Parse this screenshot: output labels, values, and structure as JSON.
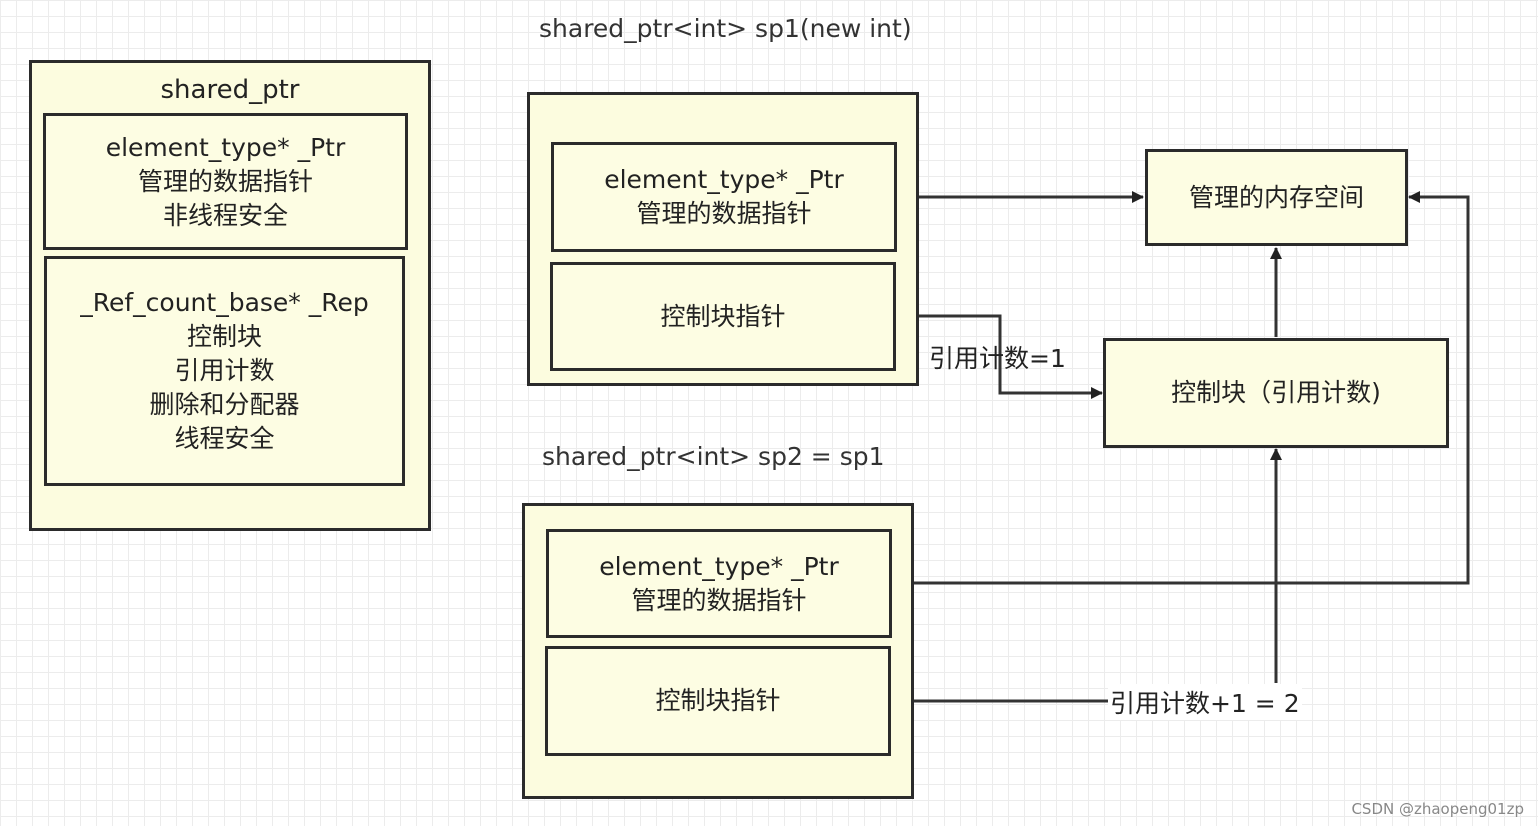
{
  "diagram": {
    "left_panel": {
      "title": "shared_ptr",
      "ptr_box": [
        "element_type* _Ptr",
        "管理的数据指针",
        "非线程安全"
      ],
      "rep_box": [
        "_Ref_count_base* _Rep",
        "控制块",
        "引用计数",
        "删除和分配器",
        "线程安全"
      ]
    },
    "sp1": {
      "caption": "shared_ptr<int> sp1(new int)",
      "ptr_box": [
        "element_type* _Ptr",
        "管理的数据指针"
      ],
      "ctrl_box": "控制块指针"
    },
    "sp2": {
      "caption": "shared_ptr<int> sp2 = sp1",
      "ptr_box": [
        "element_type* _Ptr",
        "管理的数据指针"
      ],
      "ctrl_box": "控制块指针"
    },
    "memory_box": "管理的内存空间",
    "control_block_box": "控制块（引用计数)",
    "edge_labels": {
      "refcount_1": "引用计数=1",
      "refcount_2": "引用计数+1 = 2"
    }
  },
  "watermark": "CSDN @zhaopeng01zp"
}
